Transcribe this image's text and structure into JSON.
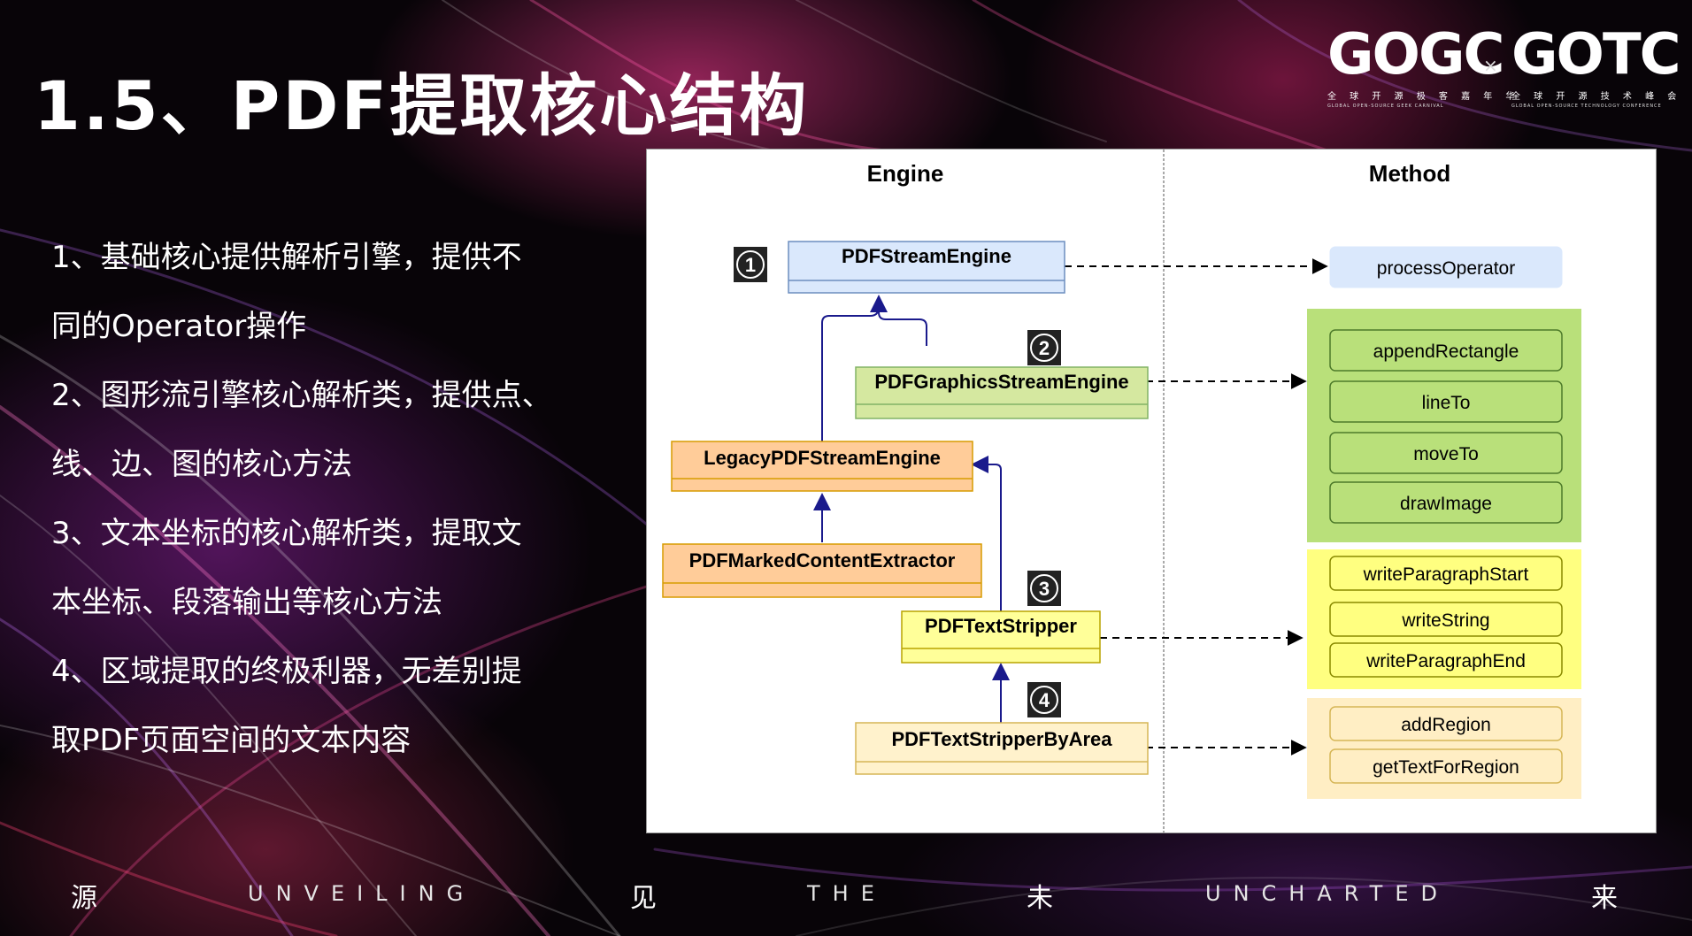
{
  "slide": {
    "title": "1.5、PDF提取核心结构",
    "points": [
      "1、基础核心提供解析引擎，提供不",
      "同的Operator操作",
      "2、图形流引擎核心解析类，提供点、",
      "线、边、图的核心方法",
      "3、文本坐标的核心解析类，提取文",
      "本坐标、段落输出等核心方法",
      "4、区域提取的终极利器，无差别提",
      "取PDF页面空间的文本内容"
    ],
    "logos": {
      "gogc": "GOGC",
      "gogc_sub": "全 球 开 源 极 客 嘉 年 华",
      "gogc_en": "GLOBAL OPEN-SOURCE GEEK CARNIVAL",
      "separator": "×",
      "gotc": "GOTC",
      "gotc_sub": "全 球 开 源 技 术 峰 会",
      "gotc_en": "GLOBAL OPEN-SOURCE TECHNOLOGY CONFERENCE"
    },
    "footer": [
      "源",
      "UNVEILING",
      "见",
      "THE",
      "未",
      "UNCHARTED",
      "来"
    ]
  },
  "diagram": {
    "headers": {
      "left": "Engine",
      "right": "Method"
    },
    "markers": [
      "1",
      "2",
      "3",
      "4"
    ],
    "classes": {
      "stream_engine": "PDFStreamEngine",
      "graphics_engine": "PDFGraphicsStreamEngine",
      "legacy_engine": "LegacyPDFStreamEngine",
      "marked_extractor": "PDFMarkedContentExtractor",
      "text_stripper": "PDFTextStripper",
      "stripper_by_area": "PDFTextStripperByArea"
    },
    "methods": {
      "group1": [
        "processOperator"
      ],
      "group2": [
        "appendRectangle",
        "lineTo",
        "moveTo",
        "drawImage"
      ],
      "group3": [
        "writeParagraphStart",
        "writeString",
        "writeParagraphEnd"
      ],
      "group4": [
        "addRegion",
        "getTextForRegion"
      ]
    },
    "colors": {
      "blue_class": "#dae8fc",
      "green_class": "#d5e8a0",
      "orange_class": "#ffcc99",
      "yellow_class": "#ffff99",
      "cream_class": "#fff2cc",
      "green_group": "#b9e07a",
      "yellow_group": "#ffff80",
      "cream_group": "#ffeec4",
      "arrow": "#1a1a8c"
    }
  }
}
